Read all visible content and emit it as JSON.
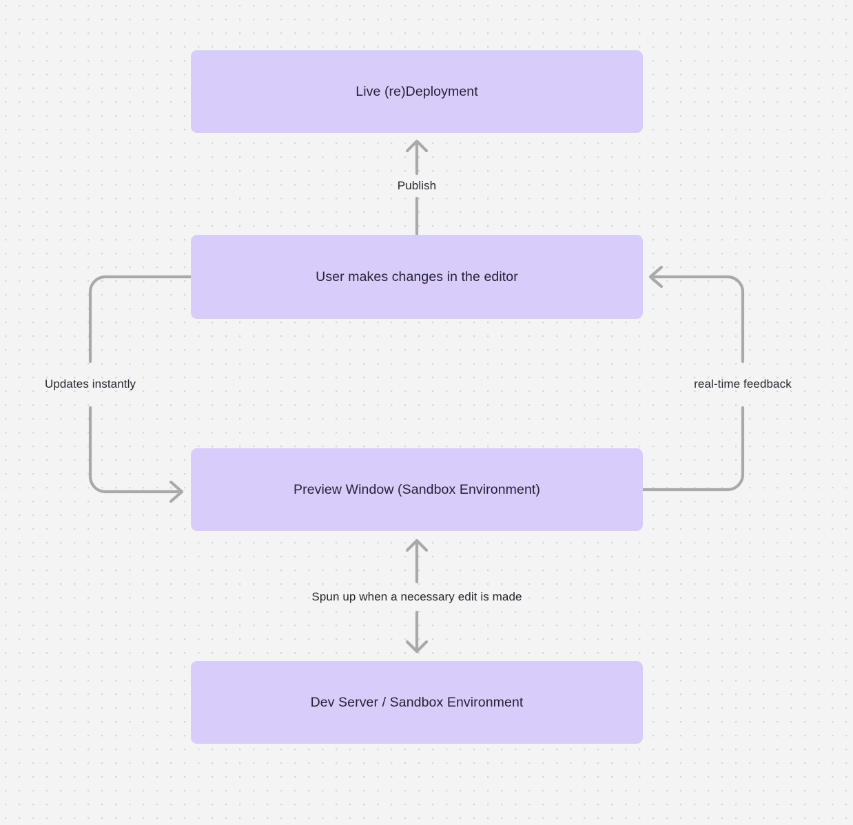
{
  "diagram": {
    "type": "flowchart",
    "background": {
      "color": "#f4f4f5",
      "dot_color": "#d6d6da",
      "dot_spacing": "20px"
    },
    "theme": {
      "node_fill": "#d8ccfa",
      "node_text": "#232135",
      "edge_color": "#a9a9ac",
      "edge_label_text": "#26262e"
    },
    "nodes": [
      {
        "id": "live",
        "label": "Live (re)Deployment"
      },
      {
        "id": "user",
        "label": "User makes changes in the editor"
      },
      {
        "id": "preview",
        "label": "Preview Window (Sandbox Environment)"
      },
      {
        "id": "devserver",
        "label": "Dev Server / Sandbox Environment"
      }
    ],
    "edges": [
      {
        "id": "publish",
        "from": "user",
        "to": "live",
        "label": "Publish",
        "direction": "up"
      },
      {
        "id": "updates",
        "from": "user",
        "to": "preview",
        "label": "Updates instantly",
        "direction": "left-loop-down"
      },
      {
        "id": "feedback",
        "from": "preview",
        "to": "user",
        "label": "real-time feedback",
        "direction": "right-loop-up"
      },
      {
        "id": "spunup",
        "from": "preview",
        "to": "devserver",
        "label": "Spun up when a necessary edit is made",
        "direction": "bidirectional"
      }
    ]
  }
}
